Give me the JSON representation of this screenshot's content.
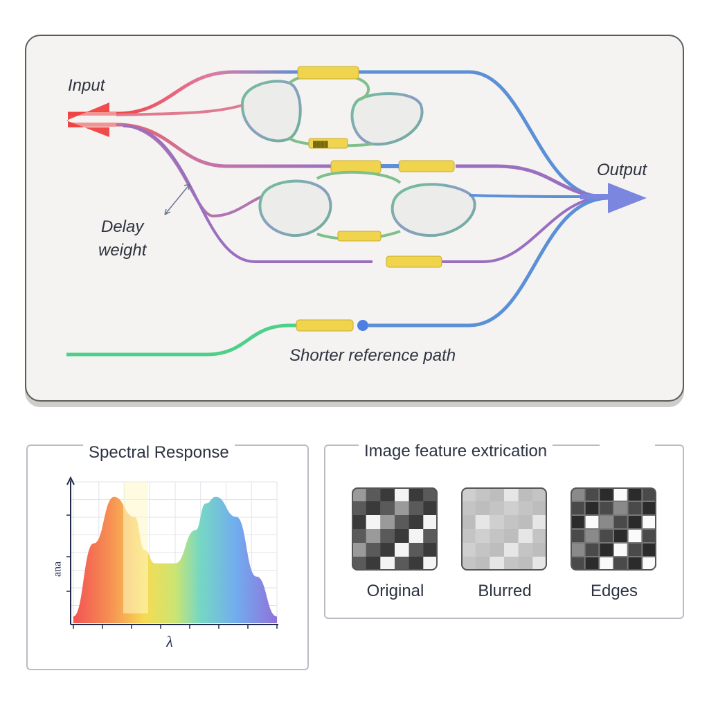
{
  "circuit": {
    "input_label": "Input",
    "output_label": "Output",
    "delay_label_line1": "Delay",
    "delay_label_line2": "weight",
    "reference_label": "Shorter reference path",
    "colors": {
      "input_arrow": "#f03a3a",
      "output_arrow": "#7b86de",
      "blue_guide": "#5b8fd6",
      "purple_guide": "#9a6fc0",
      "green_guide": "#4fd08a",
      "ring": "#7aa87c",
      "coupler": "#f1d44d"
    }
  },
  "spectral": {
    "title": "Spectral Response",
    "xlabel": "λ",
    "ylabel": "ɐuɐ"
  },
  "features": {
    "title": "Image feature extrication",
    "thumbnails": [
      {
        "label": "Original"
      },
      {
        "label": "Blurred"
      },
      {
        "label": "Edges"
      }
    ]
  },
  "chart_data": {
    "type": "area",
    "title": "Spectral Response",
    "xlabel": "λ",
    "ylabel": "ɐuɐ",
    "x": [
      0,
      0.1,
      0.2,
      0.3,
      0.35,
      0.4,
      0.5,
      0.6,
      0.65,
      0.7,
      0.8,
      0.9,
      1.0
    ],
    "values": [
      0.05,
      0.6,
      0.95,
      0.8,
      0.55,
      0.45,
      0.45,
      0.7,
      0.9,
      0.95,
      0.8,
      0.35,
      0.05
    ],
    "ylim": [
      0,
      1
    ],
    "grid": true
  }
}
